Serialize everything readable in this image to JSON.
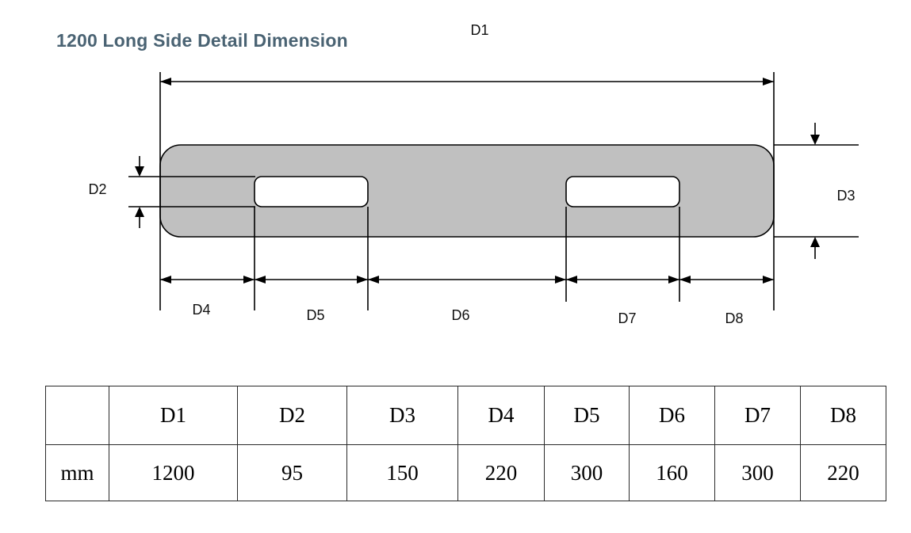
{
  "title": "1200 Long Side Detail Dimension",
  "colors": {
    "title_text": "#4a6373",
    "shape_fill": "#c0c0c0",
    "line": "#000000"
  },
  "diagram": {
    "dim_labels": {
      "d1": "D1",
      "d2": "D2",
      "d3": "D3",
      "d4": "D4",
      "d5": "D5",
      "d6": "D6",
      "d7": "D7",
      "d8": "D8"
    }
  },
  "table": {
    "unit_label": "mm",
    "headers": [
      "D1",
      "D2",
      "D3",
      "D4",
      "D5",
      "D6",
      "D7",
      "D8"
    ],
    "values_mm": [
      "1200",
      "95",
      "150",
      "220",
      "300",
      "160",
      "300",
      "220"
    ]
  }
}
